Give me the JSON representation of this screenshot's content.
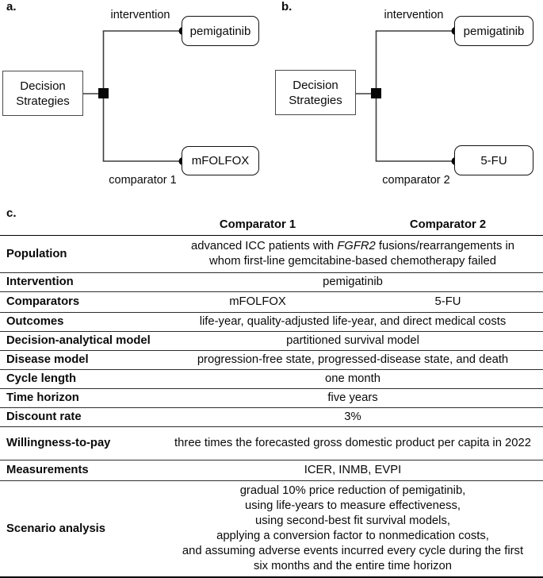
{
  "colors": {
    "background": "#ffffff",
    "text": "#000000",
    "line": "#3d3d3d"
  },
  "panels": [
    {
      "label": "a.",
      "root_line1": "Decision",
      "root_line2": "Strategies",
      "branch_top_label": "intervention",
      "branch_top_node": "pemigatinib",
      "branch_bottom_label": "comparator 1",
      "branch_bottom_node": "mFOLFOX"
    },
    {
      "label": "b.",
      "root_line1": "Decision",
      "root_line2": "Strategies",
      "branch_top_label": "intervention",
      "branch_top_node": "pemigatinib",
      "branch_bottom_label": "comparator 2",
      "branch_bottom_node": "5-FU"
    }
  ],
  "table": {
    "label": "c.",
    "headers": [
      "Comparator 1",
      "Comparator 2"
    ],
    "rows": [
      {
        "label": "Population",
        "line1_prefix": "advanced ICC patients with ",
        "line1_italic": "FGFR2",
        "line1_suffix": " fusions/rearrangements in",
        "line2": "whom first-line gemcitabine-based chemotherapy failed"
      },
      {
        "label": "Intervention",
        "value": "pemigatinib"
      },
      {
        "label": "Comparators",
        "value_col1": "mFOLFOX",
        "value_col2": "5-FU"
      },
      {
        "label": "Outcomes",
        "value": "life-year, quality-adjusted life-year, and direct medical costs"
      },
      {
        "label": "Decision-analytical model",
        "value": "partitioned survival model"
      },
      {
        "label": "Disease model",
        "value": "progression-free state, progressed-disease state, and death"
      },
      {
        "label": "Cycle length",
        "value": "one month"
      },
      {
        "label": "Time horizon",
        "value": "five years"
      },
      {
        "label": "Discount rate",
        "value": "3%"
      },
      {
        "label": "Willingness-to-pay",
        "value": "three times the forecasted gross domestic product per capita in 2022"
      },
      {
        "label": "Measurements",
        "value": "ICER, INMB, EVPI"
      },
      {
        "label": "Scenario analysis",
        "lines": [
          "gradual 10% price reduction of pemigatinib,",
          "using life-years to measure effectiveness,",
          "using second-best fit survival models,",
          "applying a conversion factor to nonmedication costs,",
          "and assuming adverse events incurred every cycle during the first",
          "six months and the entire time horizon"
        ]
      }
    ]
  }
}
